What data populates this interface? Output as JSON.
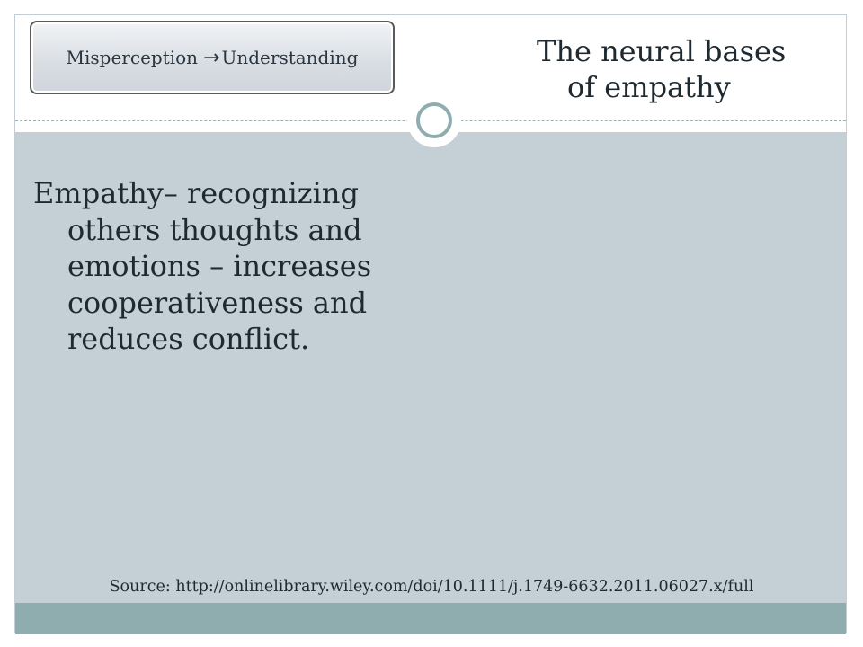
{
  "breadcrumb": {
    "from": "Misperception",
    "arrow": "→",
    "to": "Understanding"
  },
  "title": {
    "line1": "The neural bases",
    "line2": "of empathy"
  },
  "body": {
    "text": "Empathy– recognizing others thoughts and emotions – increases cooperativeness and reduces conflict."
  },
  "source": {
    "text": "Source: http://onlinelibrary.wiley.com/doi/10.1111/j.1749-6632.2011.06027.x/full"
  },
  "colors": {
    "content_bg": "#c5d0d6",
    "footer_band": "#8fadae",
    "accent_ring": "#8fadae"
  },
  "icons": {
    "ring": "circle-ring-icon",
    "arrow": "right-arrow-icon"
  }
}
